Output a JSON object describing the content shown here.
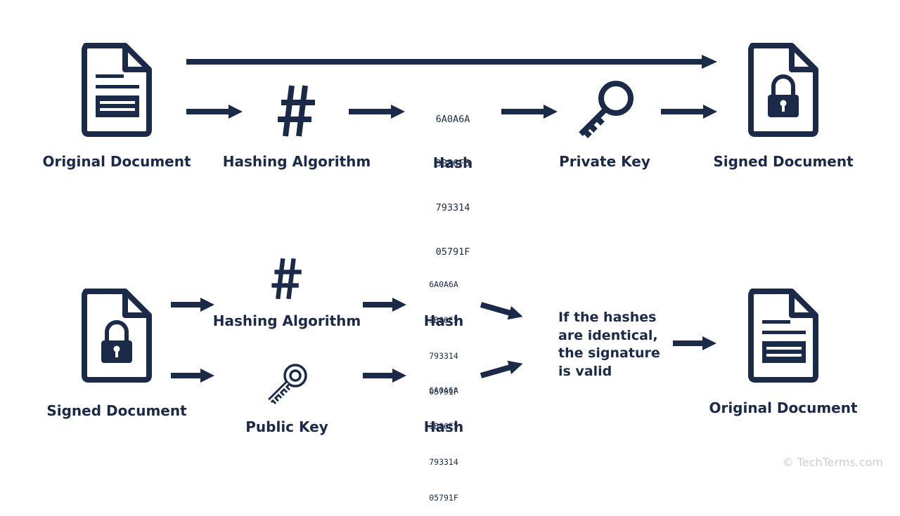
{
  "colors": {
    "navy": "#1c2a4a",
    "watermark": "#c9ced6",
    "background": "#ffffff"
  },
  "signing": {
    "original_document": "Original Document",
    "hashing_algorithm": "Hashing Algorithm",
    "hash_lines": [
      "6A0A6A",
      "3B86F5",
      "793314",
      "05791F"
    ],
    "hash_label": "Hash",
    "private_key": "Private Key",
    "signed_document": "Signed Document"
  },
  "verification": {
    "signed_document": "Signed Document",
    "hashing_algorithm": "Hashing Algorithm",
    "public_key": "Public Key",
    "hash_top_lines": [
      "6A0A6A",
      "3B86F5",
      "793314",
      "05791F"
    ],
    "hash_top_label": "Hash",
    "hash_bottom_lines": [
      "6A0A6A",
      "3B86F5",
      "793314",
      "05791F"
    ],
    "hash_bottom_label": "Hash",
    "result_lines": [
      "If the hashes",
      "are identical,",
      "the signature",
      "is valid"
    ],
    "original_document": "Original Document"
  },
  "icons": [
    "document-icon",
    "hash-symbol-icon",
    "key-icon",
    "locked-document-icon",
    "arrow-icon"
  ],
  "copyright": "© TechTerms.com"
}
